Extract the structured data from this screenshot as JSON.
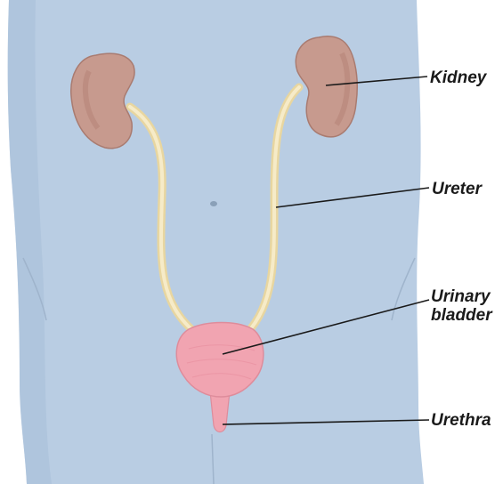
{
  "labels": {
    "kidney": "Kidney",
    "ureter": "Ureter",
    "bladder_line1": "Urinary",
    "bladder_line2": "bladder",
    "urethra": "Urethra"
  },
  "colors": {
    "torso": "#b9cde3",
    "kidney": "#c79a8e",
    "ureter": "#f2e3b3",
    "bladder": "#f1a4b1",
    "leader": "#1a1a1a"
  },
  "icons": [
    "kidney-left-shape",
    "kidney-right-shape",
    "bladder-shape",
    "navel-mark"
  ]
}
